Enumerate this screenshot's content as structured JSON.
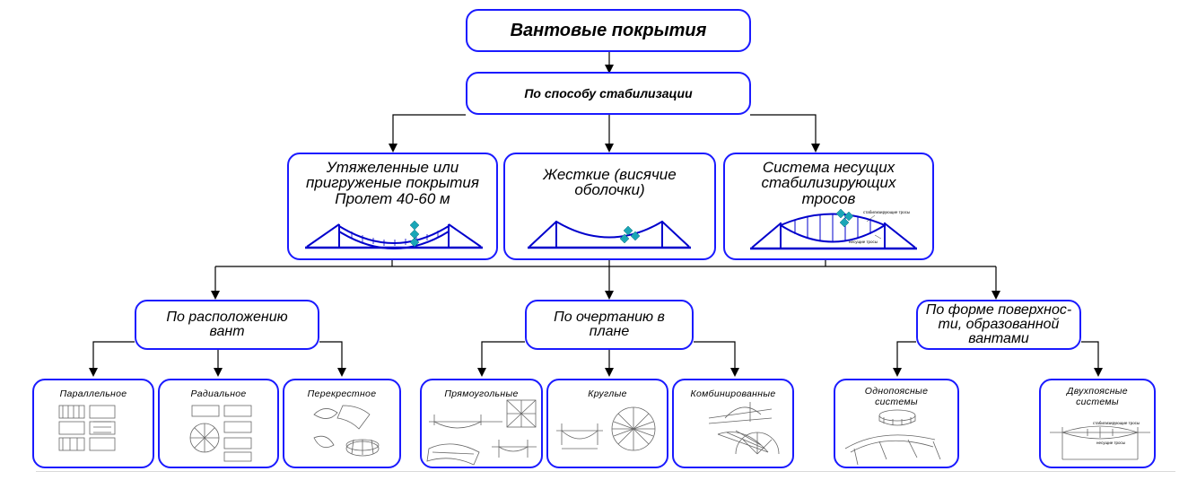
{
  "root": {
    "label": "Вантовые покрытия"
  },
  "stabilization": {
    "label": "По способу стабилизации"
  },
  "types": [
    {
      "label": "Утяжеленные или пригруженые покрытия Пролет 40-60 м"
    },
    {
      "label": "Жесткие (висячие оболочки)"
    },
    {
      "label": "Система несущих стабилизирующих тросов",
      "annotations": [
        "стабилизирующие тросы",
        "несущие тросы"
      ]
    }
  ],
  "categories": [
    {
      "label": "По расположению вант"
    },
    {
      "label": "По очертанию в плане"
    },
    {
      "label": "По форме поверхнос-ти, образованной вантами"
    }
  ],
  "leaves": [
    {
      "label": "Параллельное"
    },
    {
      "label": "Радиальное"
    },
    {
      "label": "Перекрестное"
    },
    {
      "label": "Прямоугольные"
    },
    {
      "label": "Круглые"
    },
    {
      "label": "Комбинированные"
    },
    {
      "label": "Однопоясные системы"
    },
    {
      "label": "Двухпоясные системы",
      "annotations": [
        "стабилизирующие тросы",
        "несущие тросы"
      ]
    }
  ],
  "colors": {
    "border": "#1a1aff",
    "illustration": "#0000cc",
    "diamond": "#1aa6b7",
    "line": "#000000"
  }
}
